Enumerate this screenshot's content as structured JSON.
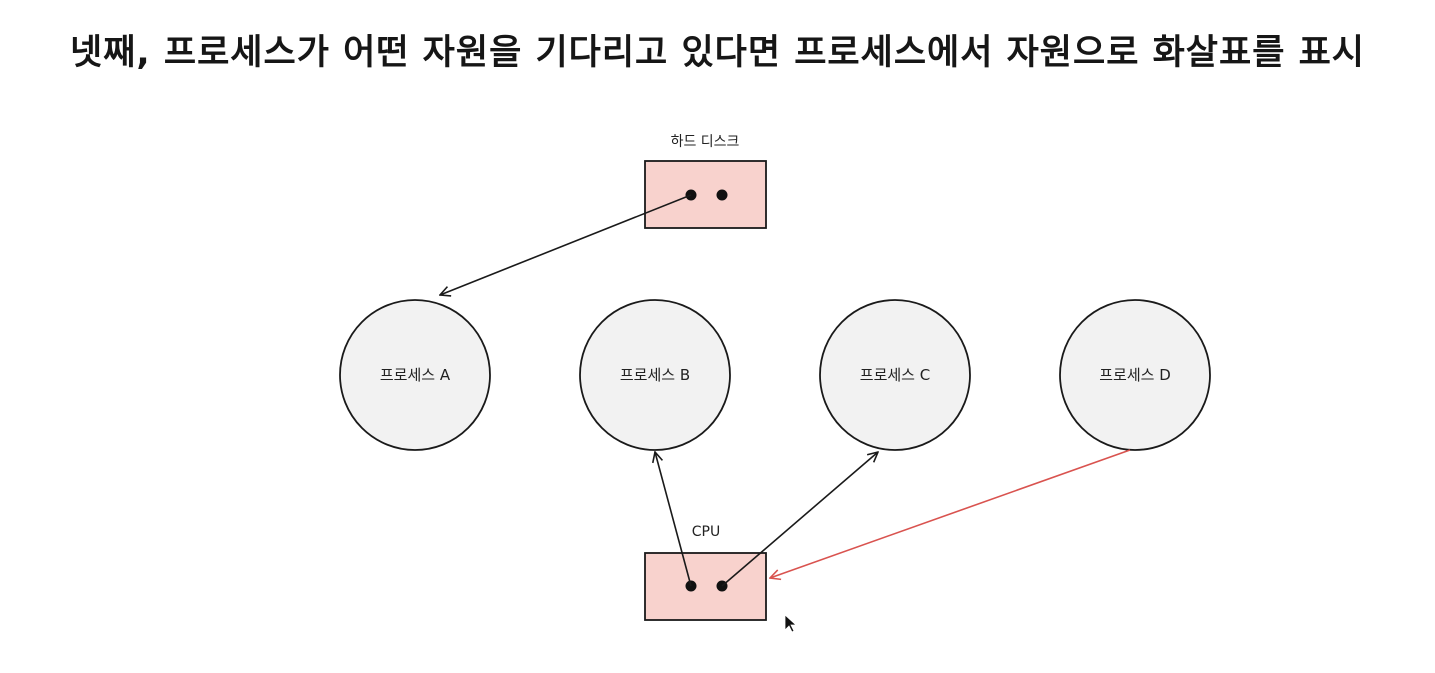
{
  "slide": {
    "title": "넷째, 프로세스가 어떤 자원을 기다리고 있다면 프로세스에서 자원으로 화살표를 표시"
  },
  "resources": {
    "hard_disk": {
      "label": "하드 디스크"
    },
    "cpu": {
      "label": "CPU"
    }
  },
  "processes": [
    {
      "label": "프로세스 A"
    },
    {
      "label": "프로세스 B"
    },
    {
      "label": "프로세스 C"
    },
    {
      "label": "프로세스 D"
    }
  ],
  "edges": [
    {
      "from": "하드 디스크",
      "to": "프로세스 A",
      "kind": "assignment",
      "color": "#1a1a1a"
    },
    {
      "from": "CPU",
      "to": "프로세스 B",
      "kind": "assignment",
      "color": "#1a1a1a"
    },
    {
      "from": "CPU",
      "to": "프로세스 C",
      "kind": "assignment",
      "color": "#1a1a1a"
    },
    {
      "from": "프로세스 D",
      "to": "CPU",
      "kind": "request",
      "color": "#d9534f"
    }
  ],
  "colors": {
    "resource_fill": "#f8d2cd",
    "process_fill": "#f2f2f2",
    "outline": "#1a1a1a",
    "request_arrow": "#d9534f"
  }
}
